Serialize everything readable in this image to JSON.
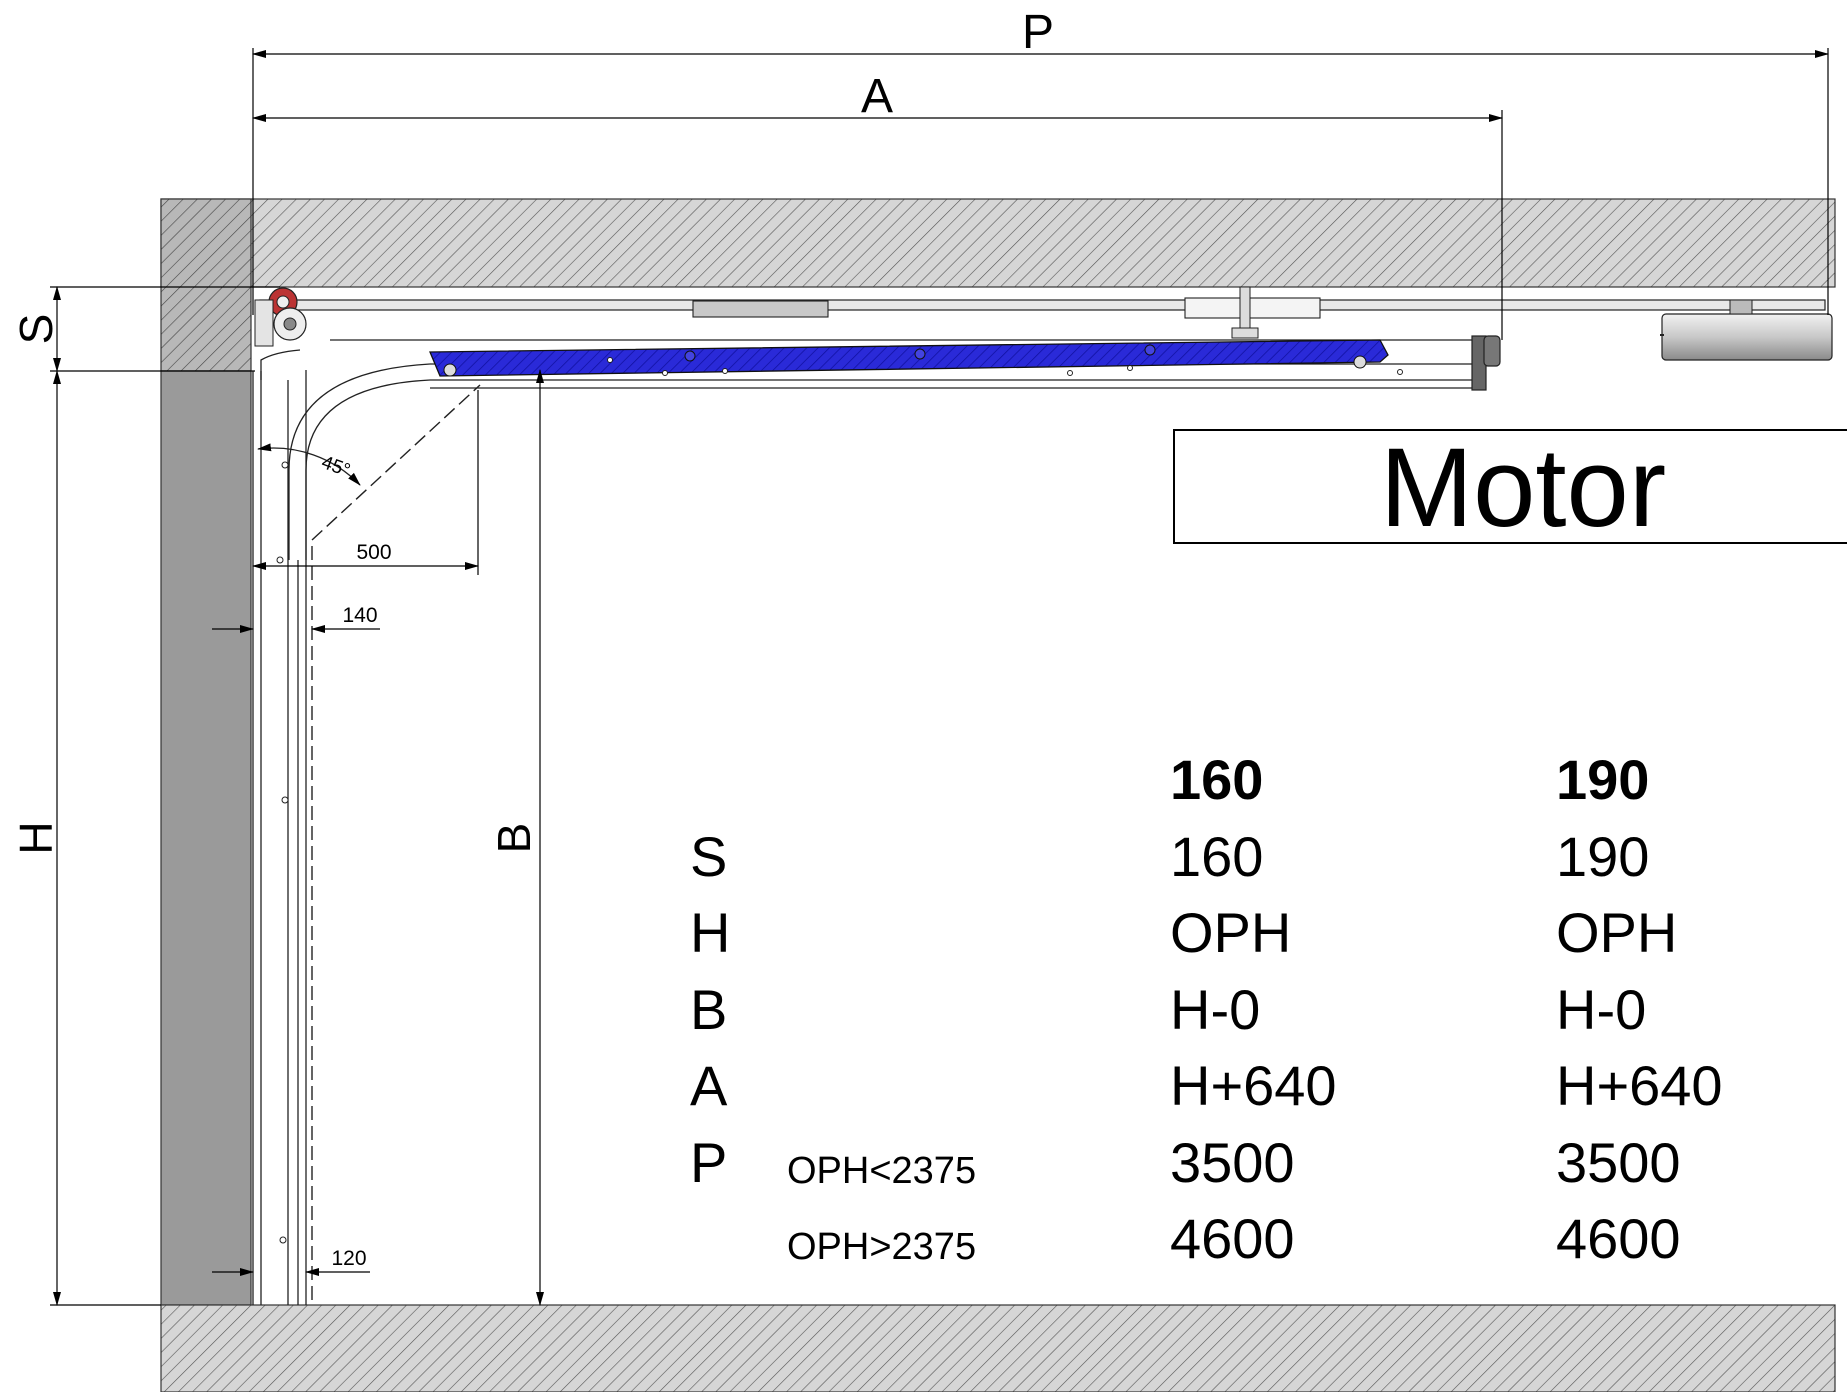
{
  "dimensions": {
    "P": "P",
    "A": "A",
    "S": "S",
    "H": "H",
    "B": "B",
    "d500": "500",
    "d140": "140",
    "d120": "120",
    "angle": "45°"
  },
  "motor_label": "Motor",
  "table": {
    "columns": [
      "160",
      "190"
    ],
    "rows": [
      {
        "label": "S",
        "note": "",
        "v1": "160",
        "v2": "190"
      },
      {
        "label": "H",
        "note": "",
        "v1": "OPH",
        "v2": "OPH"
      },
      {
        "label": "B",
        "note": "",
        "v1": "H-0",
        "v2": "H-0"
      },
      {
        "label": "A",
        "note": "",
        "v1": "H+640",
        "v2": "H+640"
      },
      {
        "label": "P",
        "note": "OPH<2375",
        "v1": "3500",
        "v2": "3500"
      },
      {
        "label": "",
        "note": "OPH>2375",
        "v1": "4600",
        "v2": "4600"
      }
    ]
  },
  "colors": {
    "wall_fill": "#9a9a9a",
    "hatch_fill": "#d9d9d9",
    "door_panel": "#2323d6"
  }
}
